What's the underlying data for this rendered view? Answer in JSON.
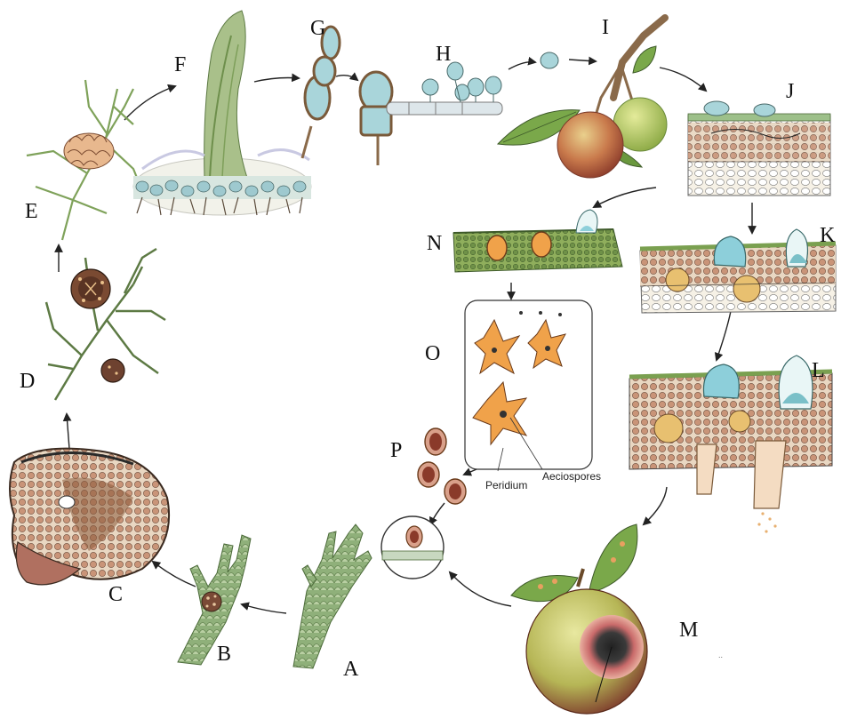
{
  "stages": {
    "A": "A",
    "B": "B",
    "C": "C",
    "D": "D",
    "E": "E",
    "F": "F",
    "G": "G",
    "H": "H",
    "I": "I",
    "J": "J",
    "K": "K",
    "L": "L",
    "M": "M",
    "N": "N",
    "O": "O",
    "P": "P"
  },
  "callouts": {
    "peridium": "Peridium",
    "aeciospores": "Aeciospores"
  },
  "small_mark": "..",
  "colors": {
    "juniper_green": "#6f9a55",
    "gall_brown": "#8a5a3a",
    "telial_orange": "#e0a050",
    "spore_blue": "#8ccfd6",
    "apple_red": "#c8604a",
    "apple_green": "#9ab64a",
    "leaf_green": "#6fa043",
    "tissue_pink": "#d9a08a",
    "tissue_cream": "#efe3c8",
    "arrow": "#222222"
  }
}
